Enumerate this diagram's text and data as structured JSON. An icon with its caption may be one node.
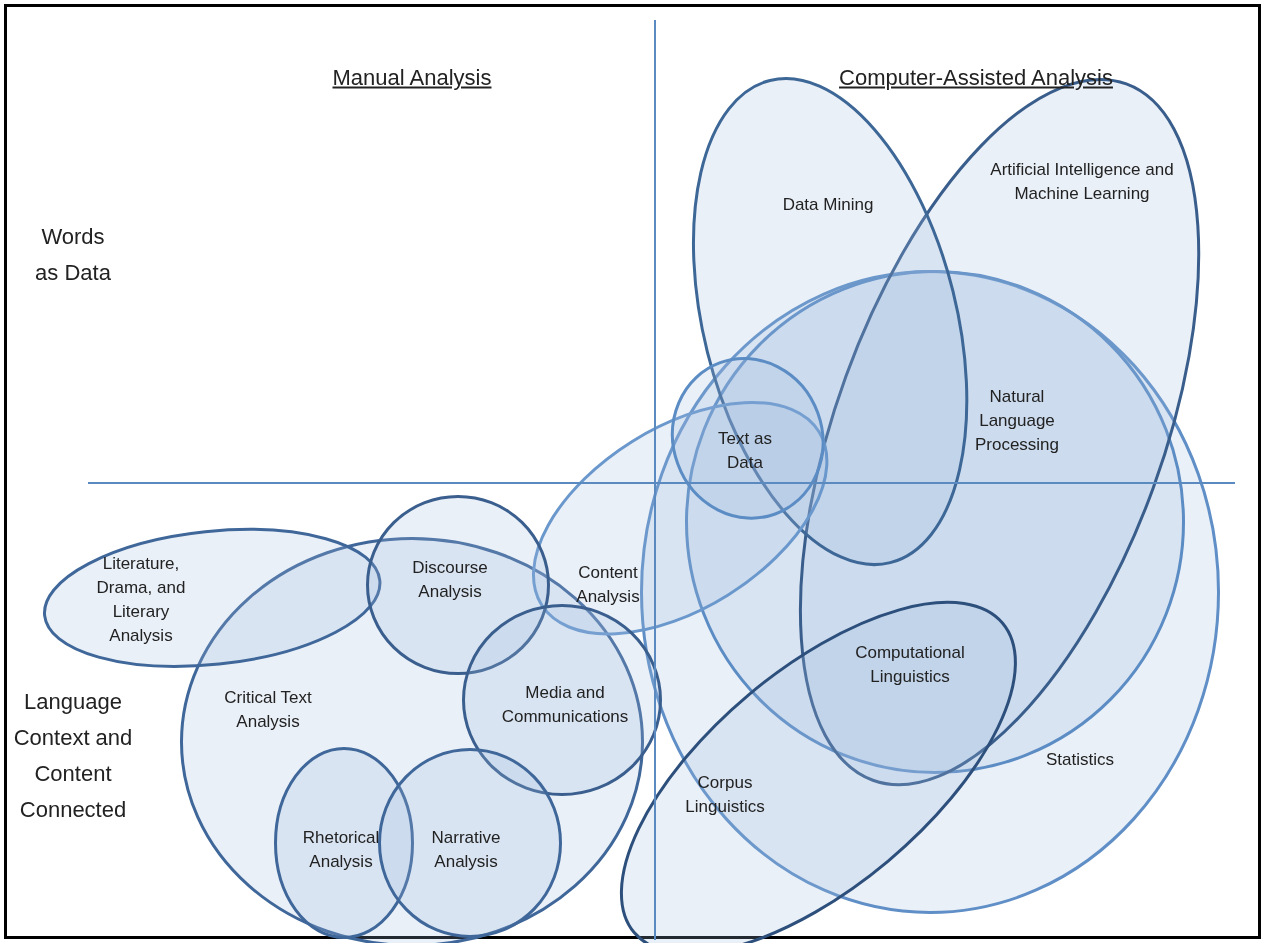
{
  "diagram": {
    "nodes": [
      {
        "text": [
          "Data Mining"
        ]
      },
      {
        "text": [
          "Artificial Intelligence and Machine Learning"
        ]
      },
      {
        "text": [
          "Natural Language Processing"
        ],
        "in": 9
      },
      {
        "text": [
          "Text as Data"
        ],
        "in": 9
      },
      {
        "text": [
          "Literature, Drama, and Literary Analysis"
        ]
      },
      {
        "text": [
          "Discourse Analysis"
        ]
      },
      {
        "text": [
          "Content Analysis"
        ]
      },
      {
        "text": [
          "Critical Text Analysis"
        ]
      },
      {
        "text": [
          "Media and Communications"
        ]
      },
      {
        "text": [
          "Statistics"
        ]
      },
      {
        "text": [
          "Corpus Linguistics"
        ]
      },
      {
        "text": [
          "Rhetorical Analysis"
        ],
        "in": 7
      },
      {
        "text": [
          "Narrative Analysis"
        ],
        "in": 7
      }
    ],
    "edges": [],
    "labels": [
      "Manual Analysis",
      "Computer-Assisted Analysis",
      "Words as Data",
      "Language Context and Content Connected",
      "Computational Linguistics"
    ]
  }
}
